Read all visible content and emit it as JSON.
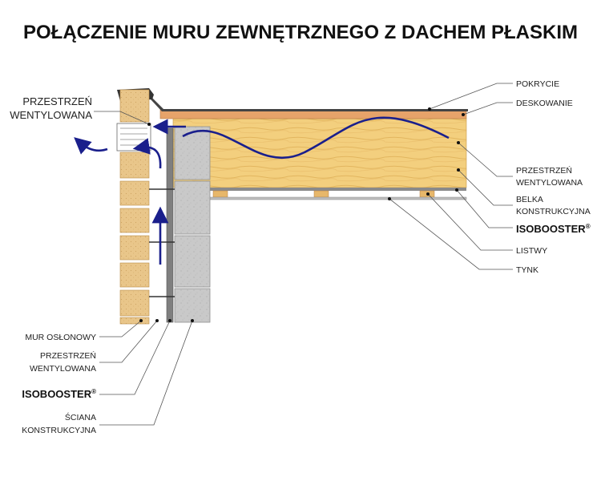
{
  "title": "POŁĄCZENIE MURU ZEWNĘTRZNEGO Z DACHEM PŁASKIM",
  "labels": {
    "top_left_line1": "PRZESTRZEŃ",
    "top_left_line2": "WENTYLOWANA",
    "pokrycie": "POKRYCIE",
    "deskowanie": "DESKOWANIE",
    "roof_vent_line1": "PRZESTRZEŃ",
    "roof_vent_line2": "WENTYLOWANA",
    "belka_line1": "BELKA",
    "belka_line2": "KONSTRUKCYJNA",
    "isobooster_right": "ISOBOOSTER",
    "listwy": "LISTWY",
    "tynk": "TYNK",
    "mur": "MUR OSŁONOWY",
    "wall_vent_line1": "PRZESTRZEŃ",
    "wall_vent_line2": "WENTYLOWANA",
    "isobooster_left": "ISOBOOSTER",
    "sciana_line1": "ŚCIANA",
    "sciana_line2": "KONSTRUKCYJNA",
    "registered": "®"
  },
  "colors": {
    "brick": "#e9c68a",
    "wood": "#f3cf7e",
    "block": "#c9c9c9",
    "arrow": "#1a1f8c",
    "roofing": "#444444"
  }
}
